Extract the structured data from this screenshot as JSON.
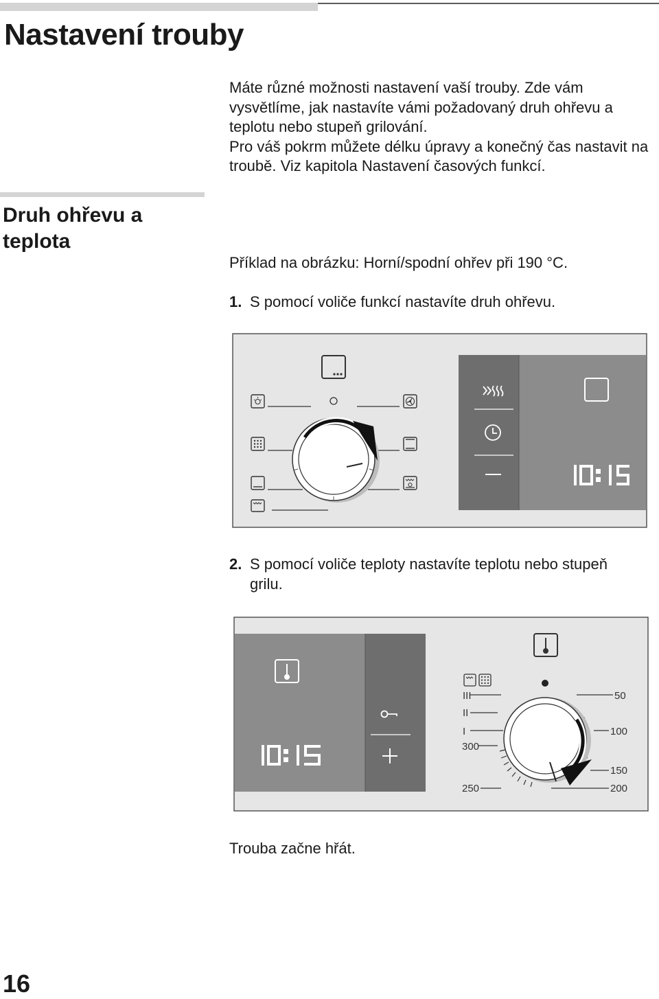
{
  "page": {
    "title": "Nastavení trouby",
    "intro_1": "Máte různé možnosti nastavení vaší trouby. Zde vám vysvětlíme, jak nastavíte vámi požadovaný druh ohřevu a teplotu nebo stupeň grilování.",
    "intro_2": "Pro váš pokrm můžete délku úpravy a konečný čas nastavit na troubě. Viz kapitola Nastavení časových funkcí.",
    "section_heading": "Druh ohřevu a teplota",
    "example": "Příklad na obrázku: Horní/spodní ohřev při 190 °C.",
    "step1_num": "1.",
    "step1_text": "S pomocí voliče funkcí nastavíte druh ohřevu.",
    "step2_num": "2.",
    "step2_text": "S pomocí voliče teploty nastavíte teplotu nebo stupeň grilu.",
    "outro": "Trouba začne hřát.",
    "page_number": "16"
  },
  "figure1": {
    "display_time": "10: 15",
    "icons": [
      "oven-menu-icon",
      "lamp-icon",
      "hot-air-icon",
      "grill-large-icon",
      "top-bottom-heat-icon",
      "bottom-heat-icon",
      "pizza-icon",
      "grill-icon",
      "rapid-heat-icon",
      "clock-icon",
      "minus-icon",
      "oven-display-icon"
    ]
  },
  "figure2": {
    "display_time": "10: 15",
    "labels": {
      "grill3": "III",
      "grill2": "II",
      "grill1": "I",
      "t300": "300",
      "t250": "250",
      "t50": "50",
      "t100": "100",
      "t150": "150",
      "t200": "200"
    },
    "icons": [
      "thermometer-icon",
      "display-thermometer-icon",
      "key-icon",
      "plus-icon",
      "grill-icon",
      "grill-large-icon"
    ]
  },
  "colors": {
    "panel": "#e6e6e6",
    "display_dark": "#6e6e6e",
    "display_light": "#8c8c8c",
    "segment": "#ffffff"
  }
}
